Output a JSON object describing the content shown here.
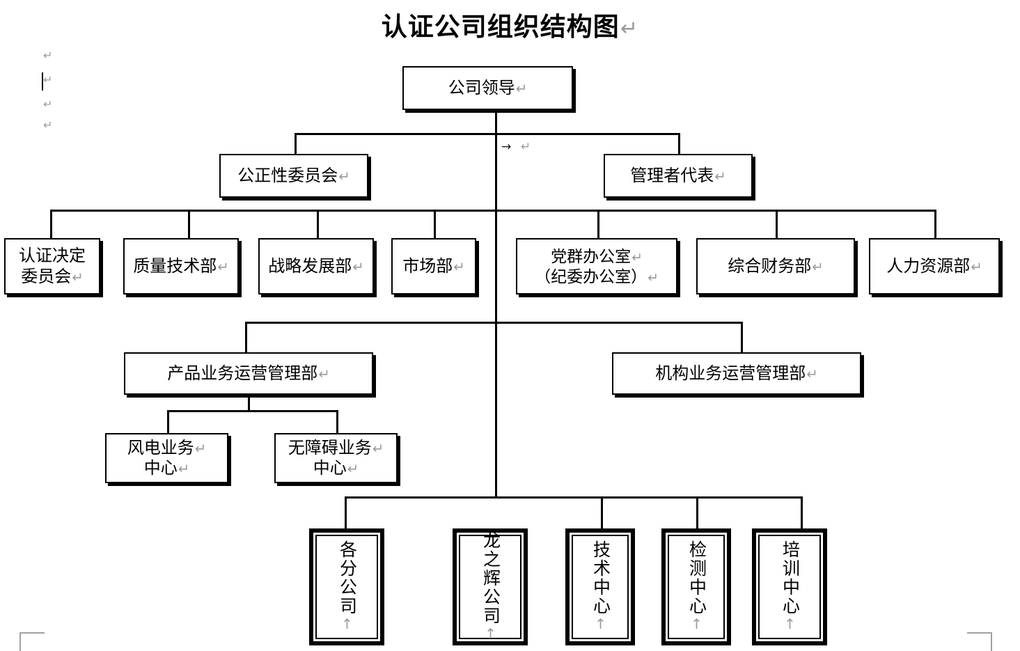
{
  "document": {
    "title": "认证公司组织结构图",
    "paragraph_mark": "↵",
    "tab_mark": "→",
    "vertical_paragraph_mark": "↑"
  },
  "margin_marks": [
    {
      "symbol": "↵"
    },
    {
      "symbol": "↵"
    },
    {
      "symbol": "↵"
    },
    {
      "symbol": "↵"
    }
  ],
  "floating_marks": {
    "tab": "→",
    "pilcrow": "↵"
  },
  "chart_nodes": {
    "leader": {
      "label": "公司领导",
      "mark": "↵"
    },
    "impartiality_committee": {
      "label": "公正性委员会",
      "mark": "↵"
    },
    "management_rep": {
      "label": "管理者代表",
      "mark": "↵"
    },
    "cert_decision_committee": {
      "line1": "认证决定",
      "line2": "委员会",
      "mark": "↵"
    },
    "quality_tech_dept": {
      "label": "质量技术部",
      "mark": "↵"
    },
    "strategy_dev_dept": {
      "label": "战略发展部",
      "mark": "↵"
    },
    "marketing_dept": {
      "label": "市场部",
      "mark": "↵"
    },
    "party_office": {
      "line1": "党群办公室",
      "line2": "（纪委办公室）",
      "mark1": "↵",
      "mark2": "↵"
    },
    "finance_dept": {
      "label": "综合财务部",
      "mark": "↵"
    },
    "hr_dept": {
      "label": "人力资源部",
      "mark": "↵"
    },
    "product_ops_dept": {
      "label": "产品业务运营管理部",
      "mark": "↵"
    },
    "institution_ops_dept": {
      "label": "机构业务运营管理部",
      "mark": "↵"
    },
    "wind_power_center": {
      "line1": "风电业务",
      "line2": "中心",
      "mark1": "↵",
      "mark2": "↵"
    },
    "accessibility_center": {
      "line1": "无障碍业务",
      "line2": "中心",
      "mark1": "↵",
      "mark2": "↵"
    },
    "branches": {
      "label": "各分公司",
      "mark": "↑"
    },
    "longzhihui": {
      "label": "龙之辉公司",
      "mark": "↑"
    },
    "tech_center": {
      "label": "技术中心",
      "mark": "↑"
    },
    "testing_center": {
      "label": "检测中心",
      "mark": "↑"
    },
    "training_center": {
      "label": "培训中心",
      "mark": "↑"
    }
  },
  "chart_data": {
    "type": "diagram",
    "title": "认证公司组织结构图",
    "colors": {
      "line": "#000000",
      "box_border": "#000000",
      "box_fill": "#ffffff",
      "mark": "#9a9a9a"
    },
    "levels": [
      {
        "level": 1,
        "nodes": [
          "公司领导"
        ]
      },
      {
        "level": 2,
        "nodes": [
          "公正性委员会",
          "管理者代表"
        ]
      },
      {
        "level": 3,
        "nodes": [
          "认证决定委员会",
          "质量技术部",
          "战略发展部",
          "市场部",
          "党群办公室（纪委办公室）",
          "综合财务部",
          "人力资源部"
        ]
      },
      {
        "level": 4,
        "nodes": [
          "产品业务运营管理部",
          "机构业务运营管理部"
        ]
      },
      {
        "level": 5,
        "nodes": [
          "风电业务中心",
          "无障碍业务中心"
        ]
      },
      {
        "level": 6,
        "nodes": [
          "各分公司",
          "龙之辉公司",
          "技术中心",
          "检测中心",
          "培训中心"
        ]
      }
    ],
    "edges": [
      {
        "from": "公司领导",
        "to": "公正性委员会"
      },
      {
        "from": "公司领导",
        "to": "管理者代表"
      },
      {
        "from": "公司领导",
        "to": "认证决定委员会"
      },
      {
        "from": "公司领导",
        "to": "质量技术部"
      },
      {
        "from": "公司领导",
        "to": "战略发展部"
      },
      {
        "from": "公司领导",
        "to": "市场部"
      },
      {
        "from": "公司领导",
        "to": "党群办公室（纪委办公室）"
      },
      {
        "from": "公司领导",
        "to": "综合财务部"
      },
      {
        "from": "公司领导",
        "to": "人力资源部"
      },
      {
        "from": "公司领导",
        "to": "产品业务运营管理部"
      },
      {
        "from": "公司领导",
        "to": "机构业务运营管理部"
      },
      {
        "from": "产品业务运营管理部",
        "to": "风电业务中心"
      },
      {
        "from": "产品业务运营管理部",
        "to": "无障碍业务中心"
      },
      {
        "from": "公司领导",
        "to": "各分公司"
      },
      {
        "from": "公司领导",
        "to": "龙之辉公司"
      },
      {
        "from": "公司领导",
        "to": "技术中心"
      },
      {
        "from": "公司领导",
        "to": "检测中心"
      },
      {
        "from": "公司领导",
        "to": "培训中心"
      }
    ]
  }
}
